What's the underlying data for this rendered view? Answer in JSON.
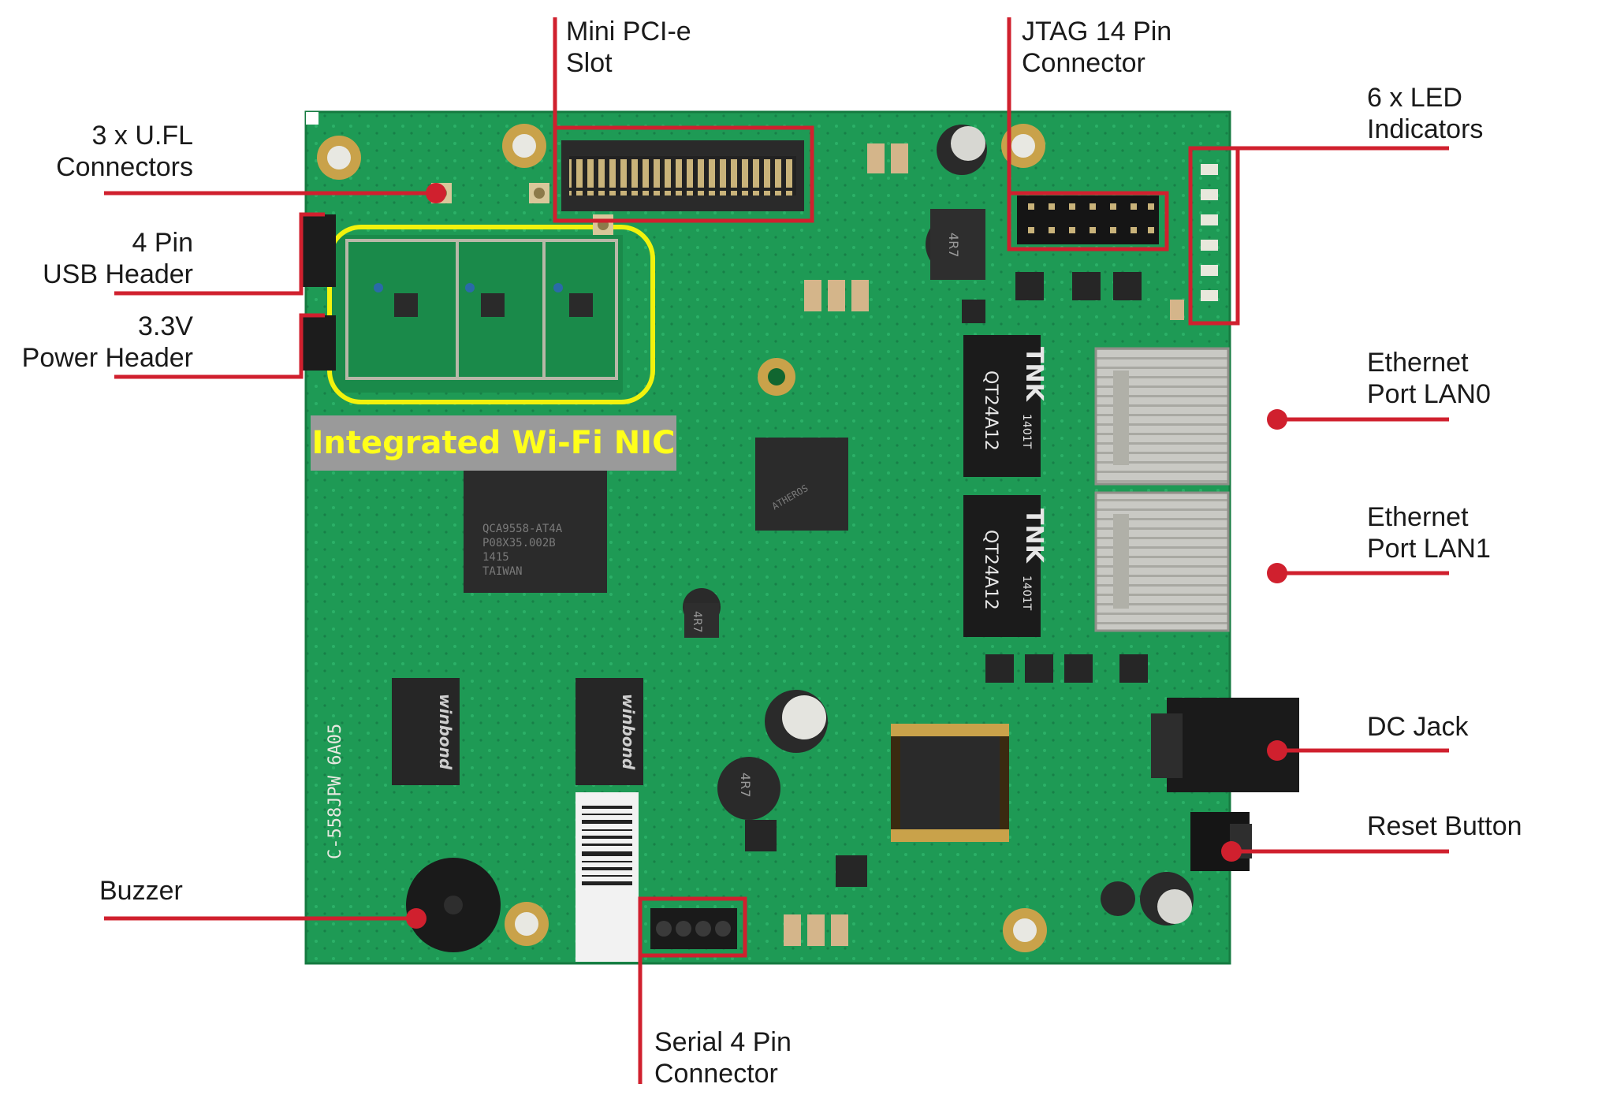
{
  "labels": {
    "mini_pcie": [
      "Mini PCI-e",
      "Slot"
    ],
    "jtag": [
      "JTAG 14 Pin",
      "Connector"
    ],
    "led": [
      "6 x LED",
      "Indicators"
    ],
    "ufl": [
      "3 x U.FL",
      "Connectors"
    ],
    "usb": [
      "4 Pin",
      "USB Header"
    ],
    "power": [
      "3.3V",
      "Power Header"
    ],
    "lan0": [
      "Ethernet",
      "Port LAN0"
    ],
    "lan1": [
      "Ethernet",
      "Port LAN1"
    ],
    "dc": [
      "DC Jack"
    ],
    "reset": [
      "Reset Button"
    ],
    "buzzer": [
      "Buzzer"
    ],
    "serial": [
      "Serial 4 Pin",
      "Connector"
    ]
  },
  "wifi_banner": "Integrated Wi-Fi NIC",
  "chip_text": {
    "soc": [
      "QCA9558-AT4A",
      "P08X35.002B",
      "1415",
      "TAIWAN"
    ],
    "phy": "ATHEROS",
    "mag_brand": "TNK",
    "mag_part": "QT24A12",
    "mag_code": "1401T",
    "ram_brand": "winbond",
    "inductor": "4R7",
    "silk": "C-558JPW 6A05"
  },
  "colors": {
    "board": "#1e9a55",
    "board_dark": "#16803f",
    "callout": "#d0202e",
    "highlight": "#f2f20d",
    "banner_bg": "#9a9a9a",
    "banner_text": "#ffff1a"
  }
}
